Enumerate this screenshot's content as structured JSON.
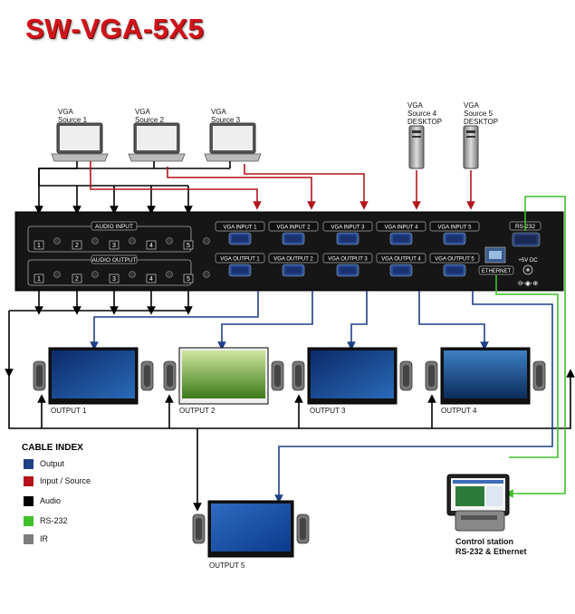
{
  "title": "SW-VGA-5X5",
  "sources": [
    {
      "line1": "VGA",
      "line2": "Source 1",
      "line3": ""
    },
    {
      "line1": "VGA",
      "line2": "Source 2",
      "line3": ""
    },
    {
      "line1": "VGA",
      "line2": "Source 3",
      "line3": ""
    },
    {
      "line1": "VGA",
      "line2": "Source 4",
      "line3": "DESKTOP"
    },
    {
      "line1": "VGA",
      "line2": "Source 5",
      "line3": "DESKTOP"
    }
  ],
  "panel": {
    "audio_input_label": "AUDIO INPUT",
    "audio_output_label": "AUDIO OUTPUT",
    "audio_ports": [
      "1",
      "2",
      "3",
      "4",
      "5"
    ],
    "vga_inputs": [
      "VGA INPUT 1",
      "VGA INPUT 2",
      "VGA INPUT 3",
      "VGA INPUT 4",
      "VGA INPUT 5"
    ],
    "vga_outputs": [
      "VGA OUTPUT 1",
      "VGA OUTPUT 2",
      "VGA OUTPUT 3",
      "VGA OUTPUT 4",
      "VGA OUTPUT 5"
    ],
    "rs232_label": "RS-232",
    "ethernet_label": "ETHERNET",
    "power_label": "+5V DC"
  },
  "outputs": [
    "OUTPUT 1",
    "OUTPUT 2",
    "OUTPUT 3",
    "OUTPUT 4",
    "OUTPUT 5"
  ],
  "legend": {
    "title": "CABLE INDEX",
    "items": [
      {
        "label": "Output",
        "color": "#1f3f86"
      },
      {
        "label": "Input / Source",
        "color": "#b3141b"
      },
      {
        "label": "Audio",
        "color": "#000000"
      },
      {
        "label": "RS-232",
        "color": "#3fbf2a"
      },
      {
        "label": "IR",
        "color": "#7d7d7d"
      }
    ]
  },
  "control_station": {
    "line1": "Control station",
    "line2": "RS-232 & Ethernet"
  }
}
